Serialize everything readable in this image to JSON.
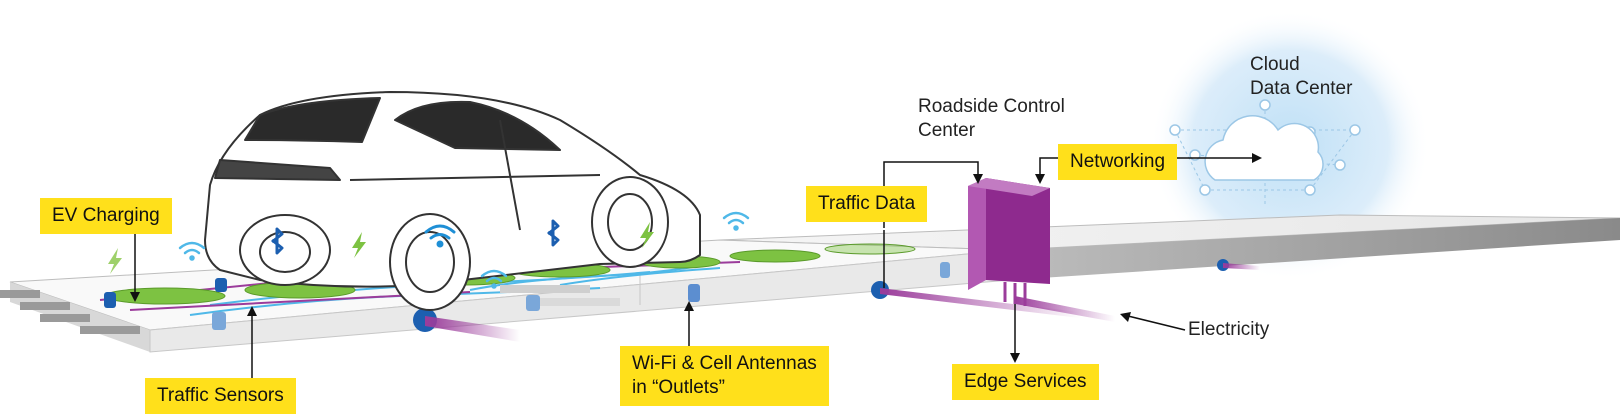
{
  "labels": {
    "ev_charging": "EV Charging",
    "traffic_sensors": "Traffic Sensors",
    "wifi_antennas_line1": "Wi-Fi & Cell Antennas",
    "wifi_antennas_line2": "in “Outlets”",
    "traffic_data": "Traffic Data",
    "roadside_line1": "Roadside Control",
    "roadside_line2": "Center",
    "networking": "Networking",
    "cloud_line1": "Cloud",
    "cloud_line2": "Data Center",
    "electricity": "Electricity",
    "edge_services": "Edge Services"
  },
  "colors": {
    "label_bg": "#FFE01B",
    "charging_pad": "#7DC242",
    "sensor_blue": "#1C5FB0",
    "power_line": "#9B3C9B",
    "control_box": "#8E2A8E",
    "cloud_glow": "#CFE6F7",
    "road_edge": "#7A7A7A"
  },
  "icons": [
    "wifi-icon",
    "bluetooth-icon",
    "lightning-icon",
    "cloud-icon"
  ]
}
